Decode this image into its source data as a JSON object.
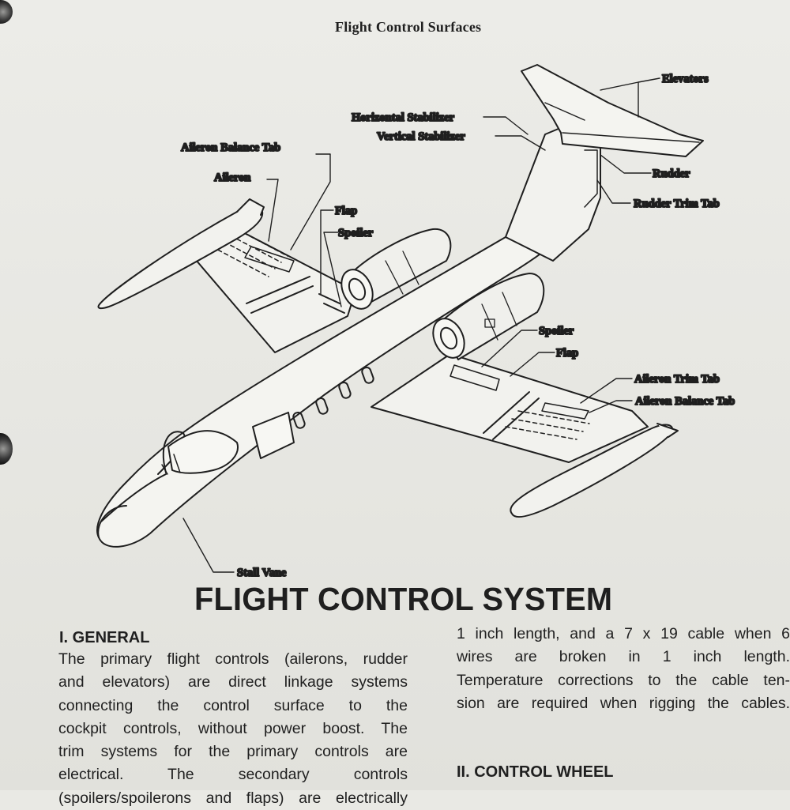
{
  "figure": {
    "title": "Flight Control Surfaces",
    "callouts": {
      "elevators": "Elevators",
      "horizontal_stabilizer": "Horizontal Stabilizer",
      "vertical_stabilizer": "Vertical Stabilizer",
      "rudder": "Rudder",
      "rudder_trim_tab": "Rudder Trim Tab",
      "aileron_balance_tab_left": "Aileron Balance Tab",
      "aileron": "Aileron",
      "flap_left": "Flap",
      "spoiler_left": "Spoiler",
      "spoiler_right": "Spoiler",
      "flap_right": "Flap",
      "aileron_trim_tab": "Aileron Trim Tab",
      "aileron_balance_tab_right": "Aileron Balance Tab",
      "stall_vane": "Stall Vane"
    }
  },
  "document": {
    "title": "FLIGHT CONTROL SYSTEM",
    "general_heading": "I. GENERAL",
    "general_lines": [
      "The primary flight controls (ailerons, rudder",
      "and elevators) are direct linkage systems",
      "connecting the control surface to the",
      "cockpit controls, without power boost. The",
      "trim systems for the primary controls are",
      "electrical. The secondary controls",
      "(spoilers/spoilerons and flaps) are electrically"
    ],
    "continued_lines": [
      "1 inch length, and a 7 x 19 cable when 6",
      "wires are broken in 1 inch length.",
      "Temperature corrections to the cable ten-",
      "sion are required when rigging the cables."
    ],
    "control_wheel_heading": "II. CONTROL WHEEL"
  },
  "colors": {
    "ink": "#1f1f1f",
    "paper": "#e9e9e4"
  }
}
